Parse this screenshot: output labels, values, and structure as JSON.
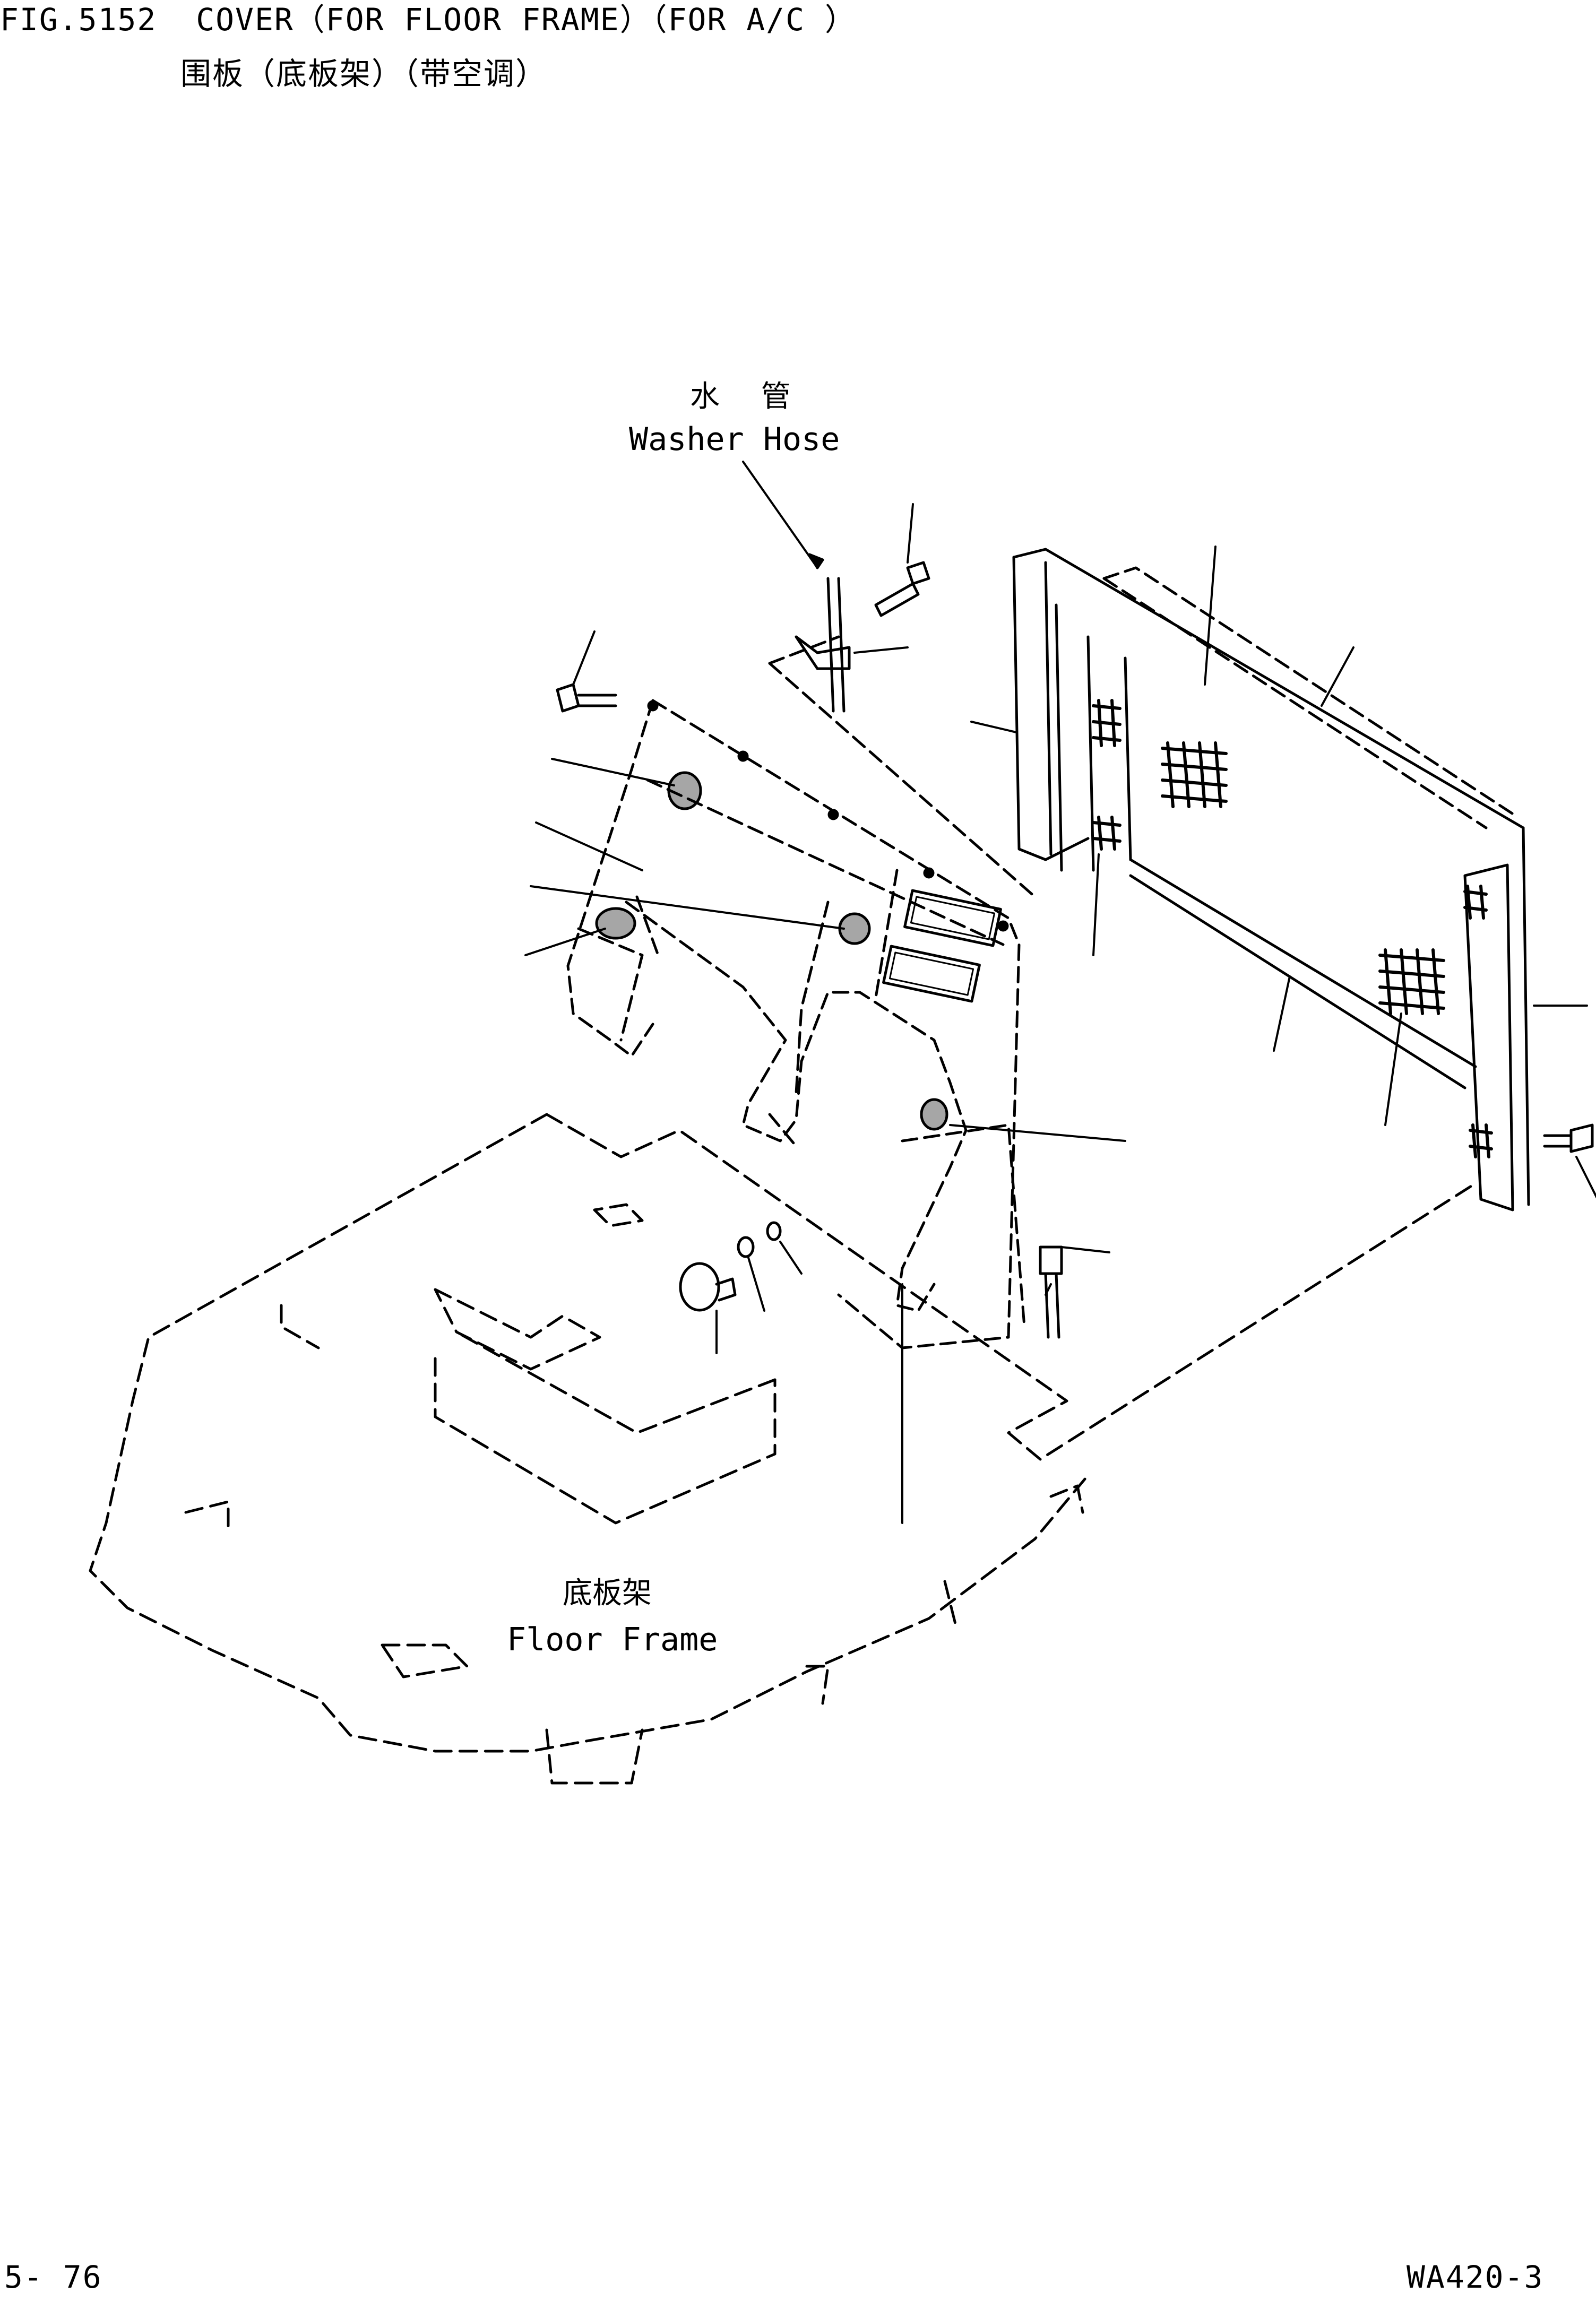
{
  "header": {
    "figure_title": "FIG.5152  COVER（FOR FLOOR FRAME）（FOR A/C ）",
    "figure_subtitle": "围板（底板架）（带空调）"
  },
  "diagram": {
    "labels": {
      "washer_hose_cn": "水 管",
      "washer_hose_en": "Washer Hose",
      "floor_frame_cn": "底板架",
      "floor_frame_en": "Floor Frame"
    }
  },
  "footer": {
    "page_number": "5- 76",
    "model_code": "WA420-3"
  }
}
